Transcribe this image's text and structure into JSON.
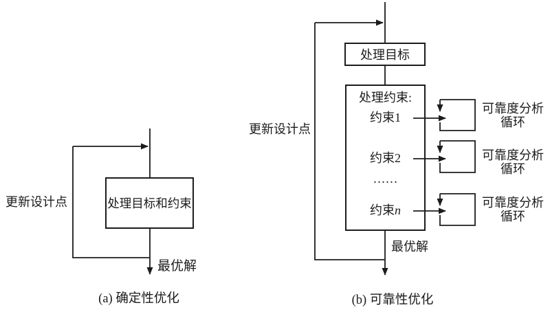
{
  "figure": {
    "background_color": "#ffffff",
    "line_color": "#1c1c1c",
    "diagram_a": {
      "caption": "(a) 确定性优化",
      "feedback_label": "更新设计点",
      "process_box": "处理目标和约束",
      "output_label": "最优解"
    },
    "diagram_b": {
      "caption": "(b) 可靠性优化",
      "feedback_label": "更新设计点",
      "objective_box": "处理目标",
      "constraints_box_title": "处理约束:",
      "constraints": [
        {
          "prefix": "约束",
          "suffix": "1",
          "loop_line1": "可靠度分析",
          "loop_line2": "循环"
        },
        {
          "prefix": "约束",
          "suffix": "2",
          "loop_line1": "可靠度分析",
          "loop_line2": "循环"
        },
        {
          "prefix": "约束",
          "suffix": "n",
          "loop_line1": "可靠度分析",
          "loop_line2": "循环"
        }
      ],
      "ellipsis": "……",
      "output_label": "最优解"
    }
  }
}
